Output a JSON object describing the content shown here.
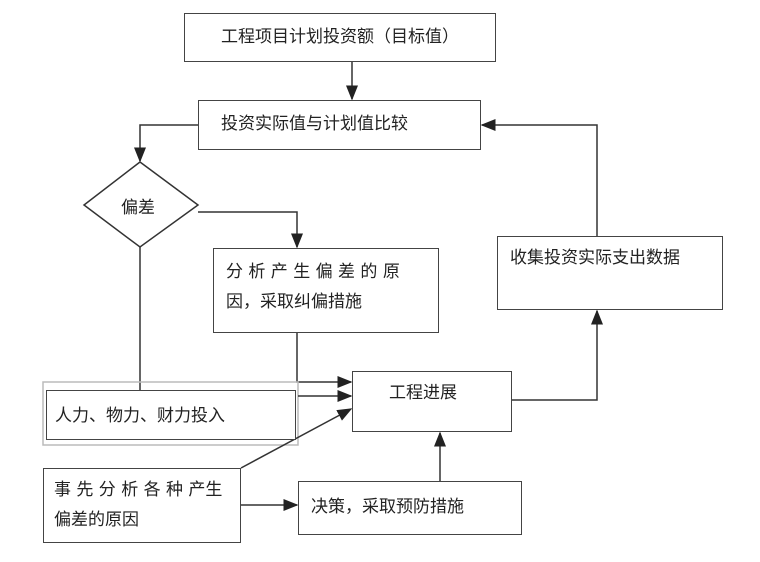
{
  "nodes": {
    "target": "工程项目计划投资额（目标值）",
    "compare": "投资实际值与计划值比较",
    "deviation": "偏差",
    "analyze": "分 析 产 生 偏 差 的 原因，采取纠偏措施",
    "inputs": "人力、物力、财力投入",
    "progress": "工程进展",
    "pre_analyze": "事 先 分 析 各 种 产生偏差的原因",
    "decision": "决策，采取预防措施",
    "collect": "收集投资实际支出数据"
  }
}
